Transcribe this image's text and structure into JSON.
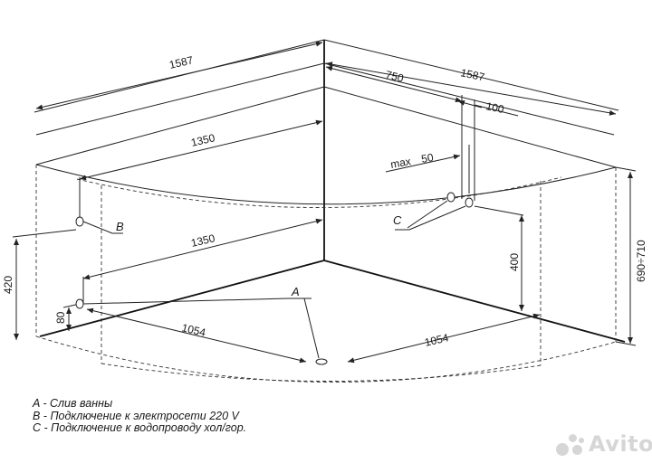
{
  "dimensions": {
    "left_wall_length": "1587",
    "right_wall_length": "1587",
    "right_offset": "750",
    "pipe_spacing": "100",
    "max_label": "max",
    "max_value": "50",
    "upper_inner": "1350",
    "lower_inner": "1350",
    "front_left": "1054",
    "front_right": "1054",
    "left_height": "420",
    "socket_height": "80",
    "water_height": "400",
    "tub_height": "690÷710"
  },
  "markers": {
    "a": "A",
    "b": "B",
    "c": "C"
  },
  "legend": [
    "A - Слив ванны",
    "B - Подключение к электросети 220 V",
    "C - Подключение к водопроводу хол/гор."
  ],
  "watermark": "Avito",
  "colors": {
    "lines": "#222222",
    "watermark": "#d6d6d6"
  }
}
